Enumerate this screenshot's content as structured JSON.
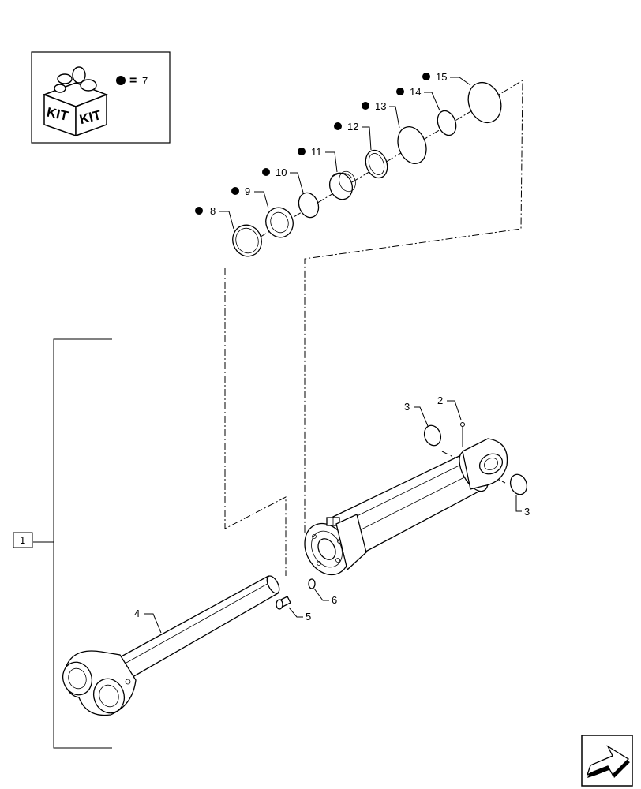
{
  "kit_legend": {
    "equals": "=",
    "number": "7",
    "kit_text_1": "KIT",
    "kit_text_2": "KIT"
  },
  "assembly_number": "1",
  "callouts": {
    "c2": "2",
    "c3a": "3",
    "c3b": "3",
    "c4": "4",
    "c5": "5",
    "c6": "6",
    "c8": "8",
    "c9": "9",
    "c10": "10",
    "c11": "11",
    "c12": "12",
    "c13": "13",
    "c14": "14",
    "c15": "15"
  },
  "colors": {
    "line": "#000000",
    "background": "#ffffff"
  },
  "icons": [
    "kit-box-icon",
    "kit-dot-icon",
    "nav-arrow-icon"
  ]
}
